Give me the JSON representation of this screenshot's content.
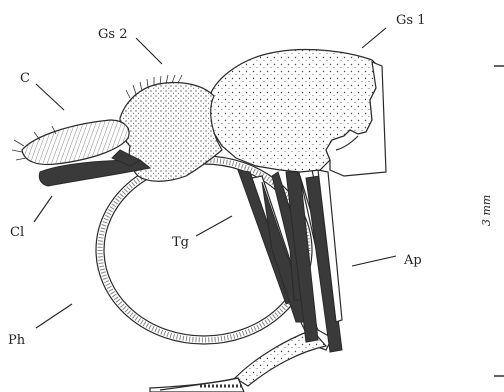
{
  "figure": {
    "labels": {
      "gs1": "Gs 1",
      "gs2": "Gs 2",
      "c": "C",
      "cl": "Cl",
      "tg": "Tg",
      "ap": "Ap",
      "ph": "Ph"
    },
    "scale_label": "3 mm"
  }
}
